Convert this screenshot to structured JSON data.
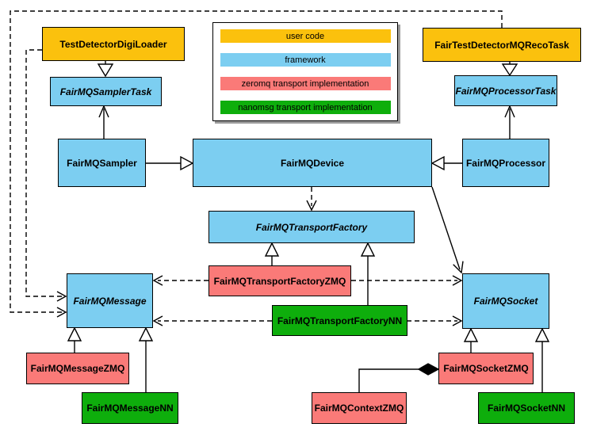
{
  "nodes": {
    "test_detector_digi_loader": {
      "label": "TestDetectorDigiLoader",
      "category": "user code"
    },
    "fair_test_detector_mq_reco_task": {
      "label": "FairTestDetectorMQRecoTask",
      "category": "user code"
    },
    "fair_mq_sampler_task": {
      "label": "FairMQSamplerTask",
      "category": "framework",
      "abstract": true
    },
    "fair_mq_processor_task": {
      "label": "FairMQProcessorTask",
      "category": "framework",
      "abstract": true
    },
    "fair_mq_sampler": {
      "label": "FairMQSampler",
      "category": "framework"
    },
    "fair_mq_device": {
      "label": "FairMQDevice",
      "category": "framework"
    },
    "fair_mq_processor": {
      "label": "FairMQProcessor",
      "category": "framework"
    },
    "fair_mq_transport_factory": {
      "label": "FairMQTransportFactory",
      "category": "framework",
      "abstract": true
    },
    "fair_mq_transport_factory_zmq": {
      "label": "FairMQTransportFactoryZMQ",
      "category": "zeromq transport implementation"
    },
    "fair_mq_transport_factory_nn": {
      "label": "FairMQTransportFactoryNN",
      "category": "nanomsg transport implementation"
    },
    "fair_mq_message": {
      "label": "FairMQMessage",
      "category": "framework",
      "abstract": true
    },
    "fair_mq_socket": {
      "label": "FairMQSocket",
      "category": "framework",
      "abstract": true
    },
    "fair_mq_message_zmq": {
      "label": "FairMQMessageZMQ",
      "category": "zeromq transport implementation"
    },
    "fair_mq_message_nn": {
      "label": "FairMQMessageNN",
      "category": "nanomsg transport implementation"
    },
    "fair_mq_socket_zmq": {
      "label": "FairMQSocketZMQ",
      "category": "zeromq transport implementation"
    },
    "fair_mq_context_zmq": {
      "label": "FairMQContextZMQ",
      "category": "zeromq transport implementation"
    },
    "fair_mq_socket_nn": {
      "label": "FairMQSocketNN",
      "category": "nanomsg transport implementation"
    }
  },
  "legend": {
    "items": [
      {
        "label": "user code",
        "color": "#FBC10D"
      },
      {
        "label": "framework",
        "color": "#7CCEF1"
      },
      {
        "label": "zeromq transport implementation",
        "color": "#FA7A78"
      },
      {
        "label": "nanomsg transport implementation",
        "color": "#0EAE0C"
      }
    ]
  },
  "colors": {
    "user_code": "#FBC10D",
    "framework": "#7CCEF1",
    "zeromq": "#FA7A78",
    "nanomsg": "#0EAE0C",
    "line": "#000000",
    "background": "#FFFFFF",
    "legend_shadow": "#9A9A9A"
  },
  "edges": [
    {
      "from": "TestDetectorDigiLoader",
      "to": "FairMQSamplerTask",
      "kind": "inheritance"
    },
    {
      "from": "FairTestDetectorMQRecoTask",
      "to": "FairMQProcessorTask",
      "kind": "inheritance"
    },
    {
      "from": "FairMQSampler",
      "to": "FairMQSamplerTask",
      "kind": "association"
    },
    {
      "from": "FairMQProcessor",
      "to": "FairMQProcessorTask",
      "kind": "association"
    },
    {
      "from": "FairMQSampler",
      "to": "FairMQDevice",
      "kind": "inheritance"
    },
    {
      "from": "FairMQProcessor",
      "to": "FairMQDevice",
      "kind": "inheritance"
    },
    {
      "from": "FairMQDevice",
      "to": "FairMQTransportFactory",
      "kind": "dependency"
    },
    {
      "from": "FairMQDevice",
      "to": "FairMQSocket",
      "kind": "association"
    },
    {
      "from": "FairMQTransportFactoryZMQ",
      "to": "FairMQTransportFactory",
      "kind": "inheritance"
    },
    {
      "from": "FairMQTransportFactoryNN",
      "to": "FairMQTransportFactory",
      "kind": "inheritance"
    },
    {
      "from": "FairMQTransportFactoryZMQ",
      "to": "FairMQMessage",
      "kind": "dependency"
    },
    {
      "from": "FairMQTransportFactoryZMQ",
      "to": "FairMQSocket",
      "kind": "dependency"
    },
    {
      "from": "FairMQTransportFactoryNN",
      "to": "FairMQMessage",
      "kind": "dependency"
    },
    {
      "from": "FairMQTransportFactoryNN",
      "to": "FairMQSocket",
      "kind": "dependency"
    },
    {
      "from": "TestDetectorDigiLoader",
      "to": "FairMQMessage",
      "kind": "dependency"
    },
    {
      "from": "FairTestDetectorMQRecoTask",
      "to": "FairMQMessage",
      "kind": "dependency"
    },
    {
      "from": "FairMQMessageZMQ",
      "to": "FairMQMessage",
      "kind": "inheritance"
    },
    {
      "from": "FairMQMessageNN",
      "to": "FairMQMessage",
      "kind": "inheritance"
    },
    {
      "from": "FairMQSocketZMQ",
      "to": "FairMQSocket",
      "kind": "inheritance"
    },
    {
      "from": "FairMQSocketNN",
      "to": "FairMQSocket",
      "kind": "inheritance"
    },
    {
      "from": "FairMQSocketZMQ",
      "to": "FairMQContextZMQ",
      "kind": "composition"
    }
  ]
}
